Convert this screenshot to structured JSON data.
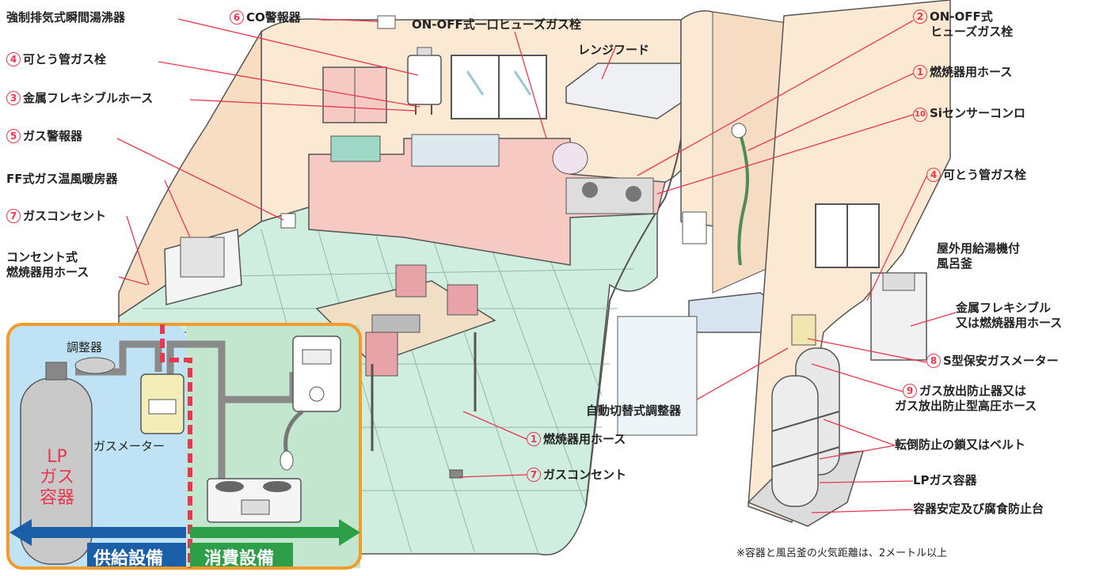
{
  "labels": {
    "water_heater": "強制排気式瞬間湯沸器",
    "co_alarm": "CO警報器",
    "one_outlet": "ON-OFF式一口ヒューズガス栓",
    "range_hood": "レンジフード",
    "onoff_fuse_line1": "ON-OFF式",
    "onoff_fuse_line2": "ヒューズガス栓",
    "burner_hose_right": "燃焼器用ホース",
    "si_sensor": "Siセンサーコンロ",
    "flexible_left": "可とう管ガス栓",
    "metal_flex_left": "金属フレキシブルホース",
    "gas_alarm": "ガス警報器",
    "ff_heater": "FF式ガス温風暖房器",
    "gas_outlet_left": "ガスコンセント",
    "outlet_hose_line1": "コンセント式",
    "outlet_hose_line2": "燃焼器用ホース",
    "flexible_right": "可とう管ガス栓",
    "outdoor_bath_line1": "屋外用給湯機付",
    "outdoor_bath_line2": "風呂釜",
    "metal_or_hose_line1": "金属フレキシブル",
    "metal_or_hose_line2": "又は燃焼器用ホース",
    "s_meter": "S型保安ガスメーター",
    "release_line1": "ガス放出防止器又は",
    "release_line2": "ガス放出防止型高圧ホース",
    "auto_regulator": "自動切替式調整器",
    "chain_belt": "転倒防止の鎖又はベルト",
    "burner_hose_center": "燃焼器用ホース",
    "lp_container": "LPガス容器",
    "gas_outlet_center": "ガスコンセント",
    "stand": "容器安定及び腐食防止台"
  },
  "numbers": {
    "n1": "1",
    "n2": "2",
    "n3": "3",
    "n4": "4",
    "n5": "5",
    "n6": "6",
    "n7": "7",
    "n8": "8",
    "n9": "9",
    "n10": "10"
  },
  "inset": {
    "regulator": "調整器",
    "gas_meter": "ガスメーター",
    "lp_line1": "LP",
    "lp_line2": "ガス",
    "lp_line3": "容器",
    "supply": "供給設備",
    "consumption": "消費設備"
  },
  "note": "※容器と風呂釜の火気距離は、2メートル以上",
  "colors": {
    "wall": "#fbe9d3",
    "floor": "#cfeee0",
    "cabinet": "#f7c9c3",
    "inset_border": "#f39b2b",
    "supply_bg": "#bfe2f4",
    "consumption_bg": "#c3e6cf",
    "supply_arrow": "#1b5fa8",
    "consumption_arrow": "#2e9f49",
    "boundary": "#e8384f",
    "label_marker": "#e8384f"
  }
}
